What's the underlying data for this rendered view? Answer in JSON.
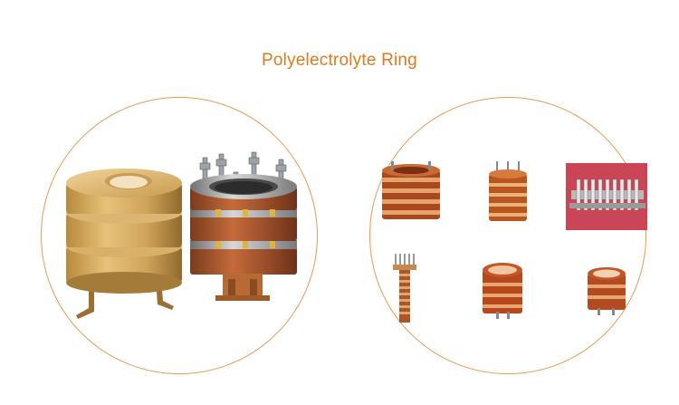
{
  "page": {
    "title": "Polyelectrolyte Ring",
    "accent_color": "#e07a1f"
  },
  "products": {
    "left_circle": [
      "brass-slip-ring-large",
      "steel-brass-slip-ring-with-bolts"
    ],
    "right_circle": [
      "copper-ring-stack",
      "small-slip-ring-with-pins",
      "brush-holder-assembly-photo",
      "spiral-shaft-slip-ring",
      "capped-slip-ring-medium",
      "capped-slip-ring-small"
    ]
  }
}
